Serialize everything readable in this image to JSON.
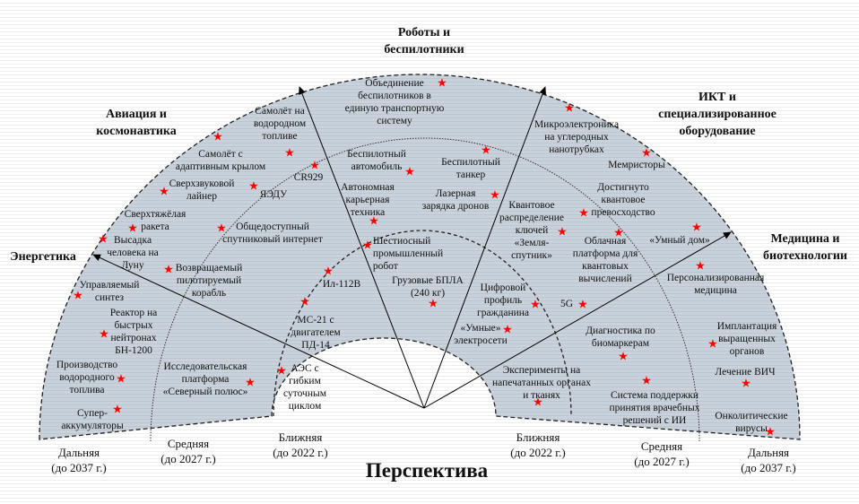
{
  "title": "Перспектива",
  "categories": {
    "robots": "Роботы и\nбеспилотники",
    "aviation": "Авиация и\nкосмонавтика",
    "ict": "ИКТ и\nспециализированное\nоборудование",
    "energy": "Энергетика",
    "medicine": "Медицина и\nбиотехнологии"
  },
  "horizons": {
    "far_left": "Дальняя\n(до 2037 г.)",
    "mid_left": "Средняя\n(до 2027 г.)",
    "near_left": "Ближняя\n(до 2022 г.)",
    "near_right": "Ближняя\n(до 2022 г.)",
    "mid_right": "Средняя\n(до 2027 г.)",
    "far_right": "Дальняя\n(до 2037 г.)"
  },
  "colors": {
    "fill": "#c9d2db",
    "star": "#ff0000"
  },
  "marker_icon": "star-icon",
  "items": [
    "Объединение\nбеспилотников в\nединую транспортную\nсистему",
    "Самолёт на\nводородном\nтопливе",
    "Самолёт с\nадаптивным крылом",
    "CR929",
    "Беспилотный\nавтомобиль",
    "Беспилотный\nтанкер",
    "Сверхзвуковой\nлайнер",
    "ЯЭДУ",
    "Автономная\nкарьерная\nтехника",
    "Лазерная\nзарядка дронов",
    "Сверхтяжёлая\nракета",
    "Высадка\nчеловека на\nЛуну",
    "Общедоступный\nспутниковый интернет",
    "Шестиосный\nпромышленный\nробот",
    "Возвращаемый\nпилотируемый\nкорабль",
    "Управляемый\nсинтез",
    "Ил-112В",
    "Грузовые БПЛА\n(240 кг)",
    "Реактор на\nбыстрых\nнейтронах\nБН-1200",
    "МС-21 с\nдвигателем\nПД-14",
    "Производство\nводородного\nтоплива",
    "Исследовательская\nплатформа\n«Северный полюс»",
    "АЭС с\nгибким\nсуточным\nциклом",
    "Супер-\nаккумуляторы",
    "Микроэлектроника\nна углеродных\nнанотрубках",
    "Мемристоры",
    "Достигнуто\nквантовое\nпревосходство",
    "Квантовое\nраспределение\nключей\n«Земля-\nспутник»",
    "Облачная\nплатформа для\nквантовых\nвычислений",
    "«Умный дом»",
    "Цифровой\nпрофиль\nгражданина",
    "5G",
    "Персонализированная\nмедицина",
    "«Умные»\nэлектросети",
    "Диагностика по\nбиомаркерам",
    "Имплантация\nвыращенных\nорганов",
    "Лечение ВИЧ",
    "Эксперименты на\nнапечатанных органах\nи тканях",
    "Система поддержки\nпринятия врачебных\nрешений с ИИ",
    "Онколитические\nвирусы"
  ]
}
